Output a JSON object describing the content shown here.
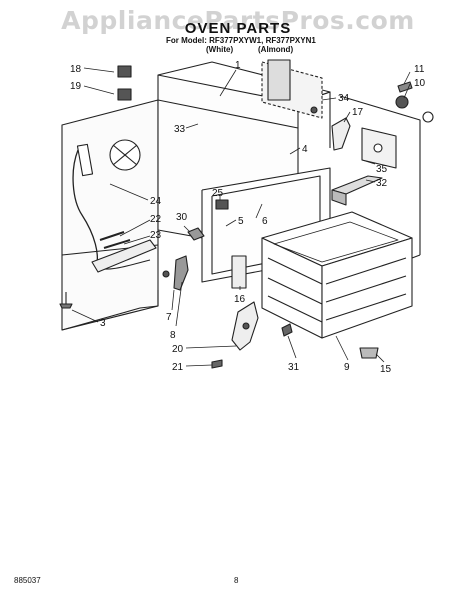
{
  "watermark": "AppliancePartsPros.com",
  "header": {
    "title": "OVEN PARTS",
    "model_line": "For Model: RF377PXYW1, RF377PXYN1",
    "color_white": "(White)",
    "color_almond": "(Almond)"
  },
  "footer": {
    "doc_number": "885037",
    "page_number": "8"
  },
  "callouts": [
    "1",
    "3",
    "4",
    "5",
    "6",
    "7",
    "8",
    "9",
    "10",
    "11",
    "15",
    "16",
    "17",
    "18",
    "19",
    "20",
    "21",
    "22",
    "23",
    "24",
    "25",
    "30",
    "31",
    "32",
    "33",
    "34",
    "35"
  ]
}
